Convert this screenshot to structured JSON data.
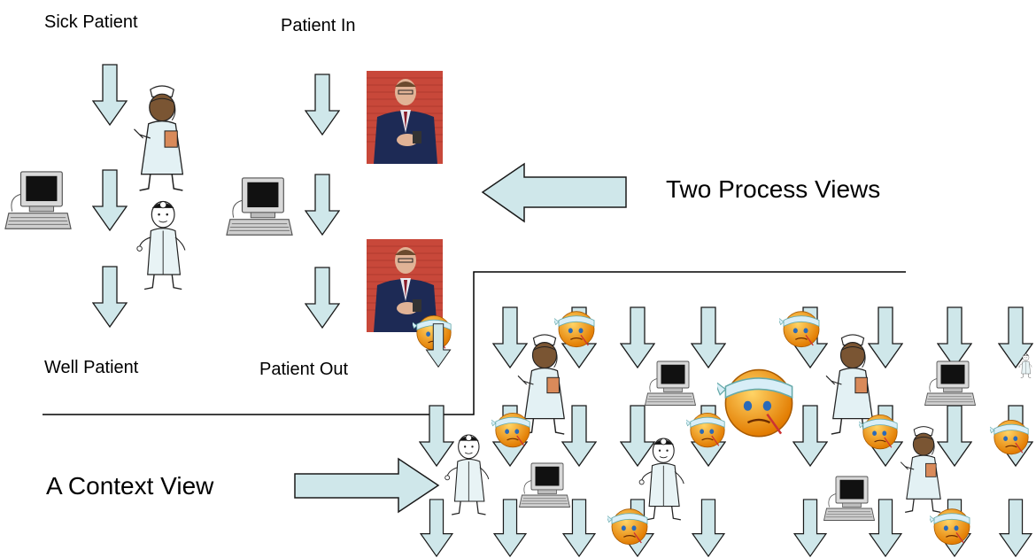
{
  "labels": {
    "sick_patient": "Sick Patient",
    "patient_in": "Patient In",
    "well_patient": "Well Patient",
    "patient_out": "Patient Out",
    "two_process_views": "Two Process Views",
    "a_context_view": "A Context View"
  },
  "colors": {
    "arrow_fill": "#cfe7ea",
    "arrow_stroke": "#1a1a1a",
    "line": "#000000",
    "face_orange": "#f5a11c",
    "bandage": "#d8eef7",
    "photo_bg": "#c8483a",
    "suit": "#1d2a55"
  },
  "icons": [
    "down-arrow-icon",
    "nurse-icon",
    "doctor-icon",
    "computer-icon",
    "sick-face-icon",
    "man-photo-icon",
    "left-arrow-icon",
    "right-arrow-icon"
  ]
}
